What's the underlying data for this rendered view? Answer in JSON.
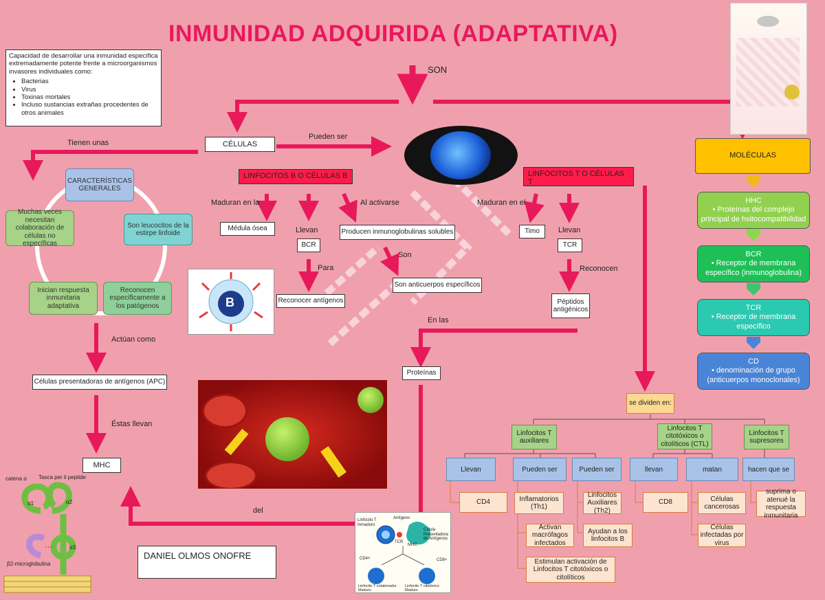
{
  "title": "INMUNIDAD ADQUIRIDA (ADAPTATIVA)",
  "son_label": "SON",
  "intro": {
    "text": "Capacidad de desarrollar una inmunidad específica extremadamente potente frente a microorganismos invasores individuales como:",
    "items": [
      "Bacterias",
      "Virus",
      "Toxinas mortales",
      "Incluso sustancias extrañas procedentes de otros animales"
    ]
  },
  "celulas": "CÉLULAS",
  "pueden_ser": "Pueden ser",
  "tienen_unas": "Tienen unas",
  "cycle": {
    "center": "CARACTERÍSTICAS GENERALES",
    "right": "Son leucocitos de la estirpe linfoide",
    "bottom_right": "Reconocen específicamente a los patógenos",
    "bottom_left": "Inician respuesta inmunitaria adaptativa",
    "left": "Muchas veces necesitan colaboración de células no específicas"
  },
  "actuan_como": "Actúan como",
  "apc": "Células presentadoras de antígenos (APC)",
  "estas_llevan": "Éstas llevan",
  "mhc": "MHC",
  "mhc_diagram": {
    "catena": "catena α",
    "tasca": "Tasca per il peptide",
    "a1": "α1",
    "a2": "α2",
    "a3": "α3",
    "b2m": "β2-microglobulina"
  },
  "author": "DANIEL OLMOS ONOFRE",
  "linfocitos_b": {
    "title": "LINFOCITOS B O CÉLULAS B",
    "maduran": "Maduran en la",
    "medula": "Médula ósea",
    "llevan": "Llevan",
    "bcr": "BCR",
    "para": "Para",
    "reconocer": "Reconocer antígenos",
    "al_activarse": "Al activarse",
    "producen": "Producen inmunoglobulinas solubles",
    "son": "Son",
    "anticuerpos": "Son anticuerpos específicos",
    "icon_letter": "B"
  },
  "linfocitos_t": {
    "title": "LINFOCITOS T O CÉLULAS T",
    "maduran": "Maduran en el",
    "timo": "Timo",
    "llevan": "Llevan",
    "tcr": "TCR",
    "reconocen": "Reconocen",
    "peptidos": "Péptidos antigénicos",
    "se_dividen": "se dividen en:"
  },
  "en_las": "En las",
  "proteinas": "Proteínas",
  "del": "del",
  "apc_diagram": {
    "inmaduro": "Linfocito T Inmaduro",
    "antigeno": "Antígeno",
    "celula_apc": "Célula Presentadora de Antígenos",
    "tcr": "TCR",
    "mhc": "MHC",
    "cd4": "CD4+",
    "cd8": "CD8+",
    "colaborador": "Linfocito T colaborador Maduro",
    "citotoxico": "Linfocito T citotóxico Maduro"
  },
  "moleculas": {
    "title": "MOLÉCULAS",
    "items": [
      {
        "head": "HHC",
        "body": "• Proteínas del complejo principal de hsitocompatibilidad",
        "color": "#92d050"
      },
      {
        "head": "BCR",
        "body": "• Receptor de membrana específico (inmunoglobulina)",
        "color": "#1fbf58"
      },
      {
        "head": "TCR",
        "body": "• Receptor de membrana específico",
        "color": "#2bc9b0"
      },
      {
        "head": "CD",
        "body": "• denominación de grupo (anticuerpos monoclonales)",
        "color": "#4a84d6"
      }
    ]
  },
  "tree": {
    "auxiliares": "Linfocitos T auxiliares",
    "citotoxicos": "Linfocitos T citotóxicos o citolíticos (CTL)",
    "supresores": "Linfocitos T supresores",
    "llevan1": "Llevan",
    "pueden_ser1": "Pueden ser",
    "pueden_ser2": "Pueden ser",
    "llevan2": "llevan",
    "matan": "matan",
    "hacen_que_se": "hacen que se",
    "cd4": "CD4",
    "inflamatorios": "Inflamatorios (Th1)",
    "auxiliares_th2": "Linfocitos Auxiliares (Th2)",
    "cd8": "CD8",
    "cancerosas": "Células cancerosas",
    "suprima": "suprima o atenué la respuesta inmunitaria",
    "activan": "Activan macrófagos infectados",
    "ayudan": "Ayudan a los linfocitos B",
    "infectadas": "Células infectadas por virus",
    "estimulan": "Estimulan activación de Linfocitos T citotóxicos o citolíticos"
  }
}
